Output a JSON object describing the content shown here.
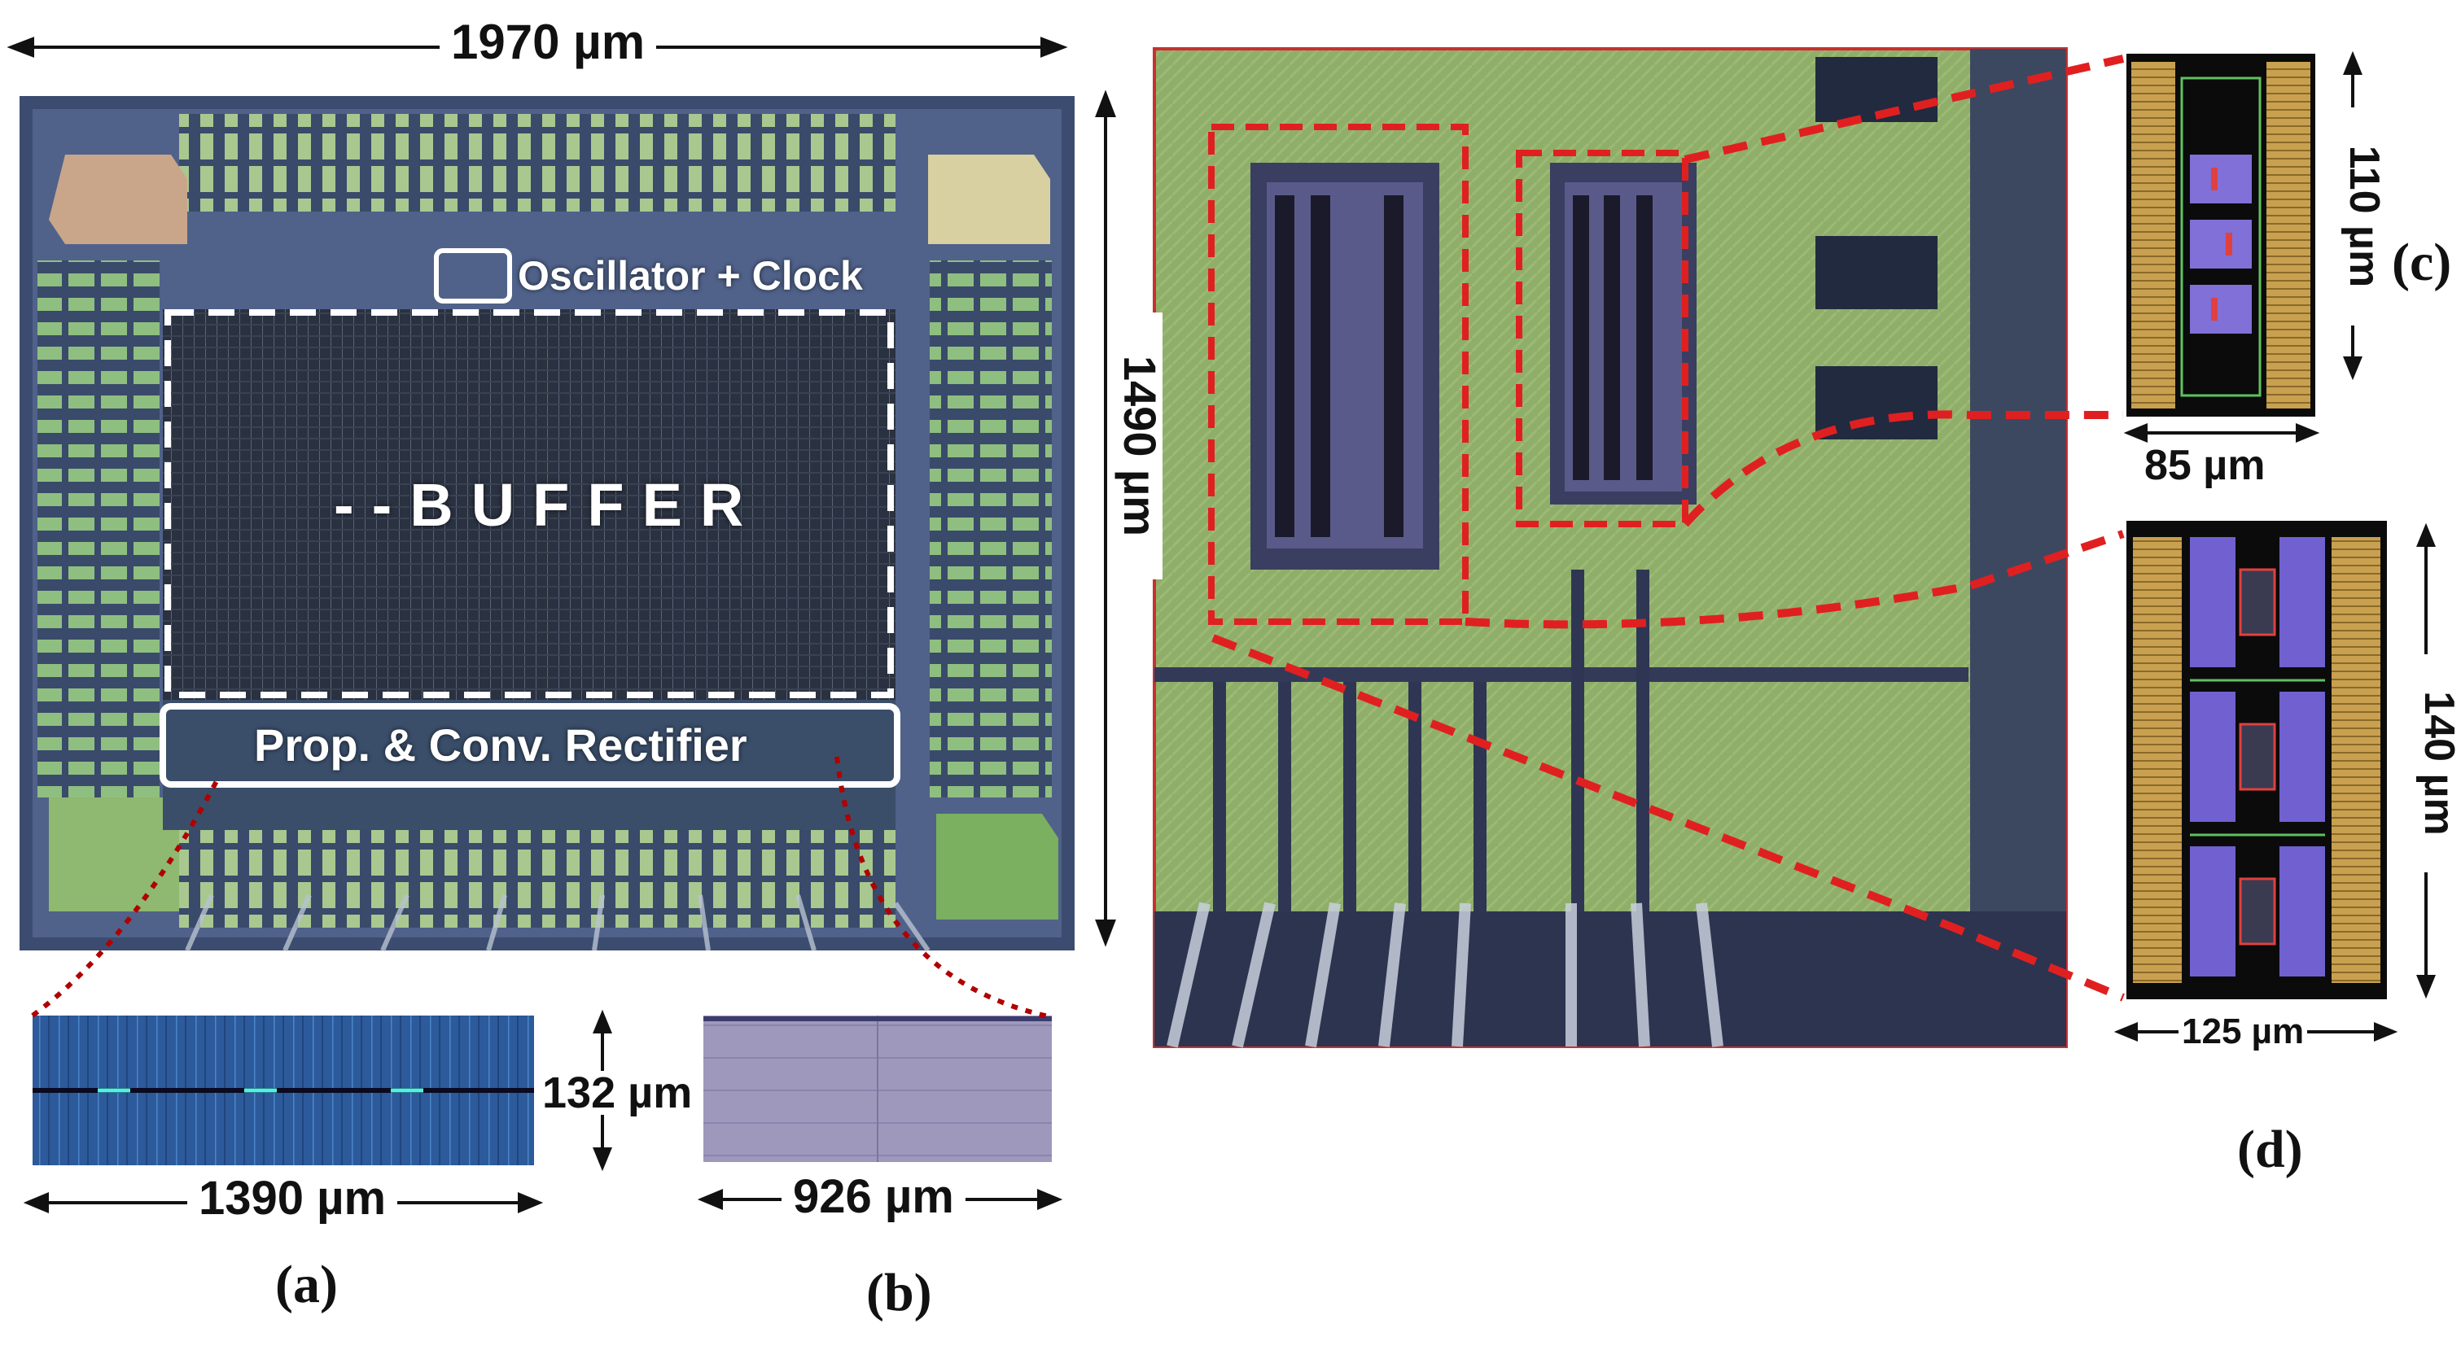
{
  "die": {
    "width_label": "1970 µm",
    "height_label": "1490 µm",
    "buffer_label": "--BUFFER",
    "oscillator_label": "Oscillator + Clock",
    "rectifier_label": "Prop. & Conv. Rectifier"
  },
  "panel_a": {
    "width_label": "1390 µm",
    "height_label": "132 µm",
    "caption": "(a)"
  },
  "panel_b": {
    "width_label": "926 µm",
    "caption": "(b)"
  },
  "panel_c": {
    "width_label": "85 µm",
    "height_label": "110 µm",
    "caption": "(c)"
  },
  "panel_d": {
    "width_label": "125 µm",
    "height_label": "140 µm",
    "caption": "(d)"
  },
  "colors": {
    "highlight_dashed": "#e02020",
    "die_green": "#8fae6a",
    "layout_gold": "#c8a050",
    "layout_purple": "#8070d8"
  }
}
